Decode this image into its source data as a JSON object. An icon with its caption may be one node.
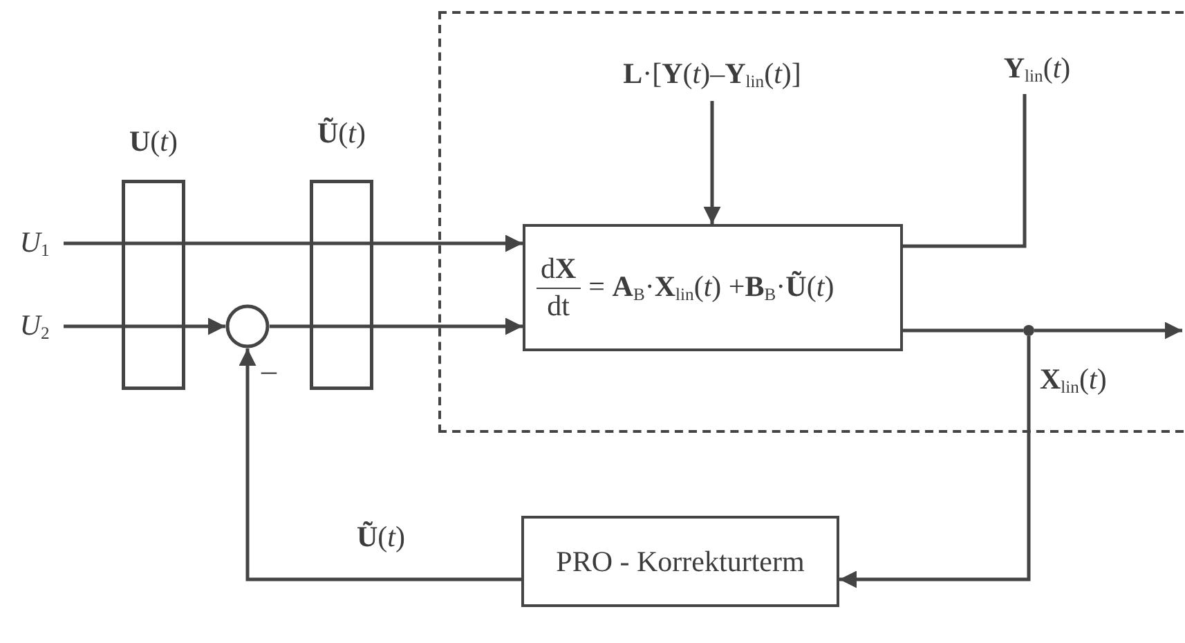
{
  "diagram": {
    "nodes": [
      {
        "text": [],
        "shape": "box"
      },
      {
        "text": [
          "**L**·[**Y**(*t*)–**Y**$_{lin}$(*t*)]"
        ],
        "in": 0
      },
      {
        "text": [
          "d**X**",
          "dt",
          "= **A**$_{B}$·**X**$_{lin}$(*t*) +**B**$_{B}$·**Ũ**(*t*)"
        ],
        "in": 0
      },
      {
        "text": [
          "**Y**$_{lin}$(*t*)"
        ],
        "in": 0
      },
      {
        "text": [
          "*U*$_{1}$"
        ]
      },
      {
        "text": [
          "*U*$_{2}$"
        ]
      },
      {
        "text": [],
        "shape": "circle",
        "beside": [
          "–"
        ]
      },
      {
        "text": [
          "**U**(*t*)"
        ]
      },
      {
        "text": [
          "**Ũ**(*t*)"
        ]
      },
      {
        "text": [
          "PRO - Korrekturterm"
        ]
      },
      {
        "text": [],
        "shape": "circle",
        "in": 0
      }
    ],
    "edges": [
      {
        "from": 4,
        "to": 7,
        "arrow": "none"
      },
      {
        "from": 7,
        "to": 8,
        "arrow": "none"
      },
      {
        "from": 8,
        "to": 2,
        "arrow": "to"
      },
      {
        "from": 5,
        "to": 7,
        "arrow": "none"
      },
      {
        "from": 7,
        "to": 6,
        "arrow": "to"
      },
      {
        "from": 6,
        "to": 8,
        "arrow": "none"
      },
      {
        "from": 8,
        "to": 2,
        "arrow": "to"
      },
      {
        "from": 1,
        "to": 2,
        "arrow": "to"
      },
      {
        "from": 2,
        "to": 3,
        "arrow": "none"
      },
      {
        "from": 2,
        "to": 10,
        "arrow": "none"
      },
      {
        "from": 10,
        "to": null,
        "arrow": "to"
      },
      {
        "from": 10,
        "to": 9,
        "arrow": "to"
      },
      {
        "from": 9,
        "to": 6,
        "arrow": "to",
        "label": "**Ũ**(*t*)"
      }
    ],
    "labels": [
      "**X**$_{lin}$(*t*)"
    ]
  }
}
